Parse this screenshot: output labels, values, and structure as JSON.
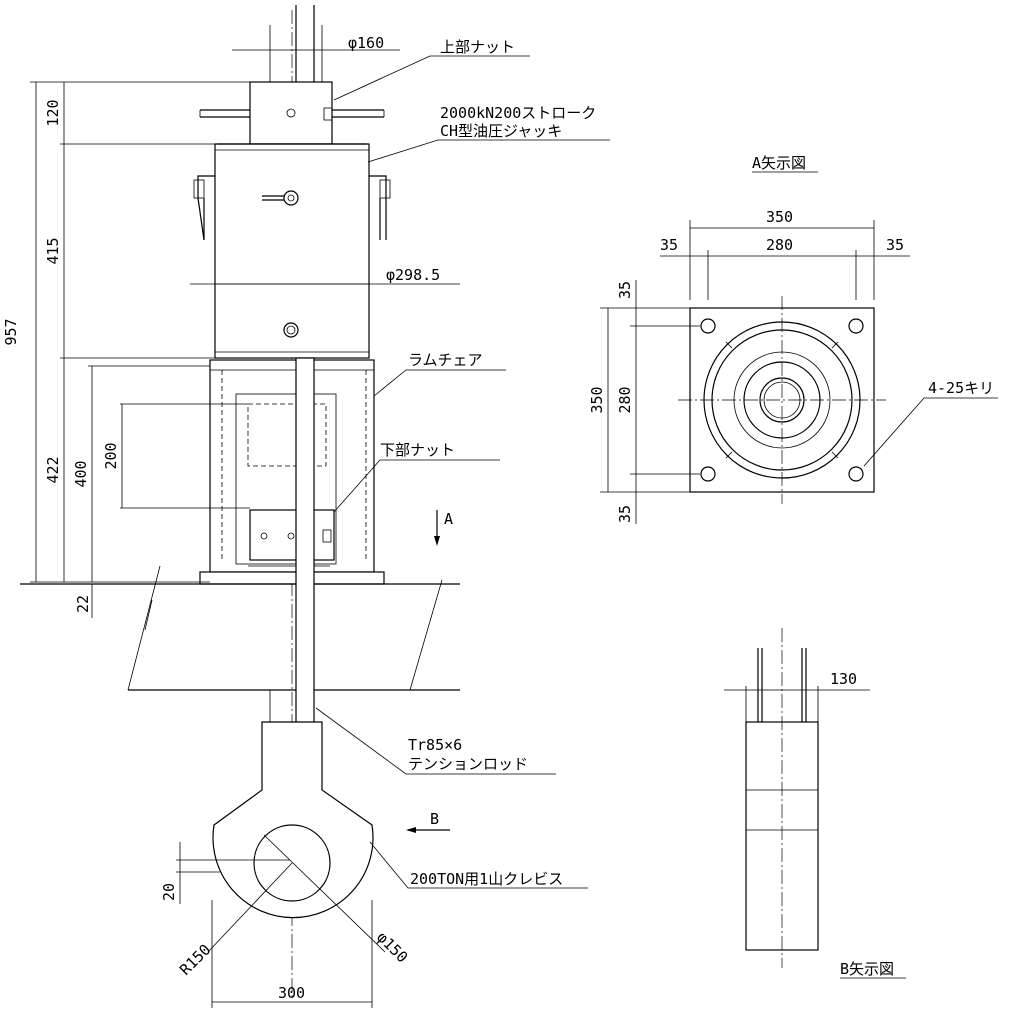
{
  "annotations": {
    "top_nut": "上部ナット",
    "jack_line1": "2000kN200ストローク",
    "jack_line2": "CH型油圧ジャッキ",
    "ram_chair": "ラムチェア",
    "bottom_nut": "下部ナット",
    "rod_line1": "Tr85×6",
    "rod_line2": "テンションロッド",
    "clevis": "200TON用1山クレビス",
    "view_a_arrow": "A",
    "view_b_arrow": "B",
    "view_a_title": "A矢示図",
    "view_b_title": "B矢示図",
    "holes": "4-25キリ"
  },
  "dimensions": {
    "d160": "φ160",
    "d298": "φ298.5",
    "d150": "φ150",
    "r150": "R150",
    "v120": "120",
    "v415": "415",
    "v957": "957",
    "v422": "422",
    "v400": "400",
    "v200": "200",
    "v22": "22",
    "v20": "20",
    "h300": "300",
    "a350w": "350",
    "a280w": "280",
    "a35l": "35",
    "a35r": "35",
    "a350h": "350",
    "a280h": "280",
    "a35t": "35",
    "a35b": "35",
    "b130": "130"
  }
}
